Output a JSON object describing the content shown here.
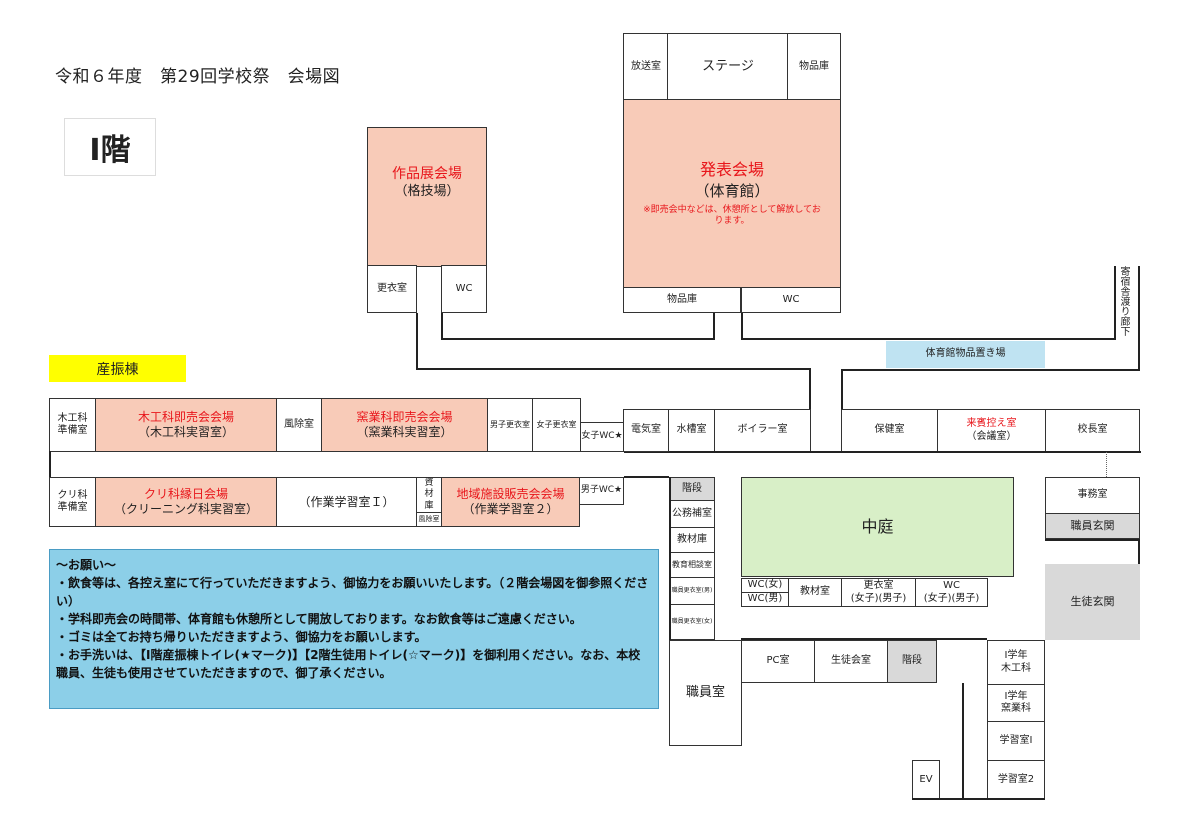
{
  "header": {
    "title": "令和６年度　第29回学校祭　会場図",
    "floor": "I階"
  },
  "gym": {
    "broadcast": "放送室",
    "stage": "ステージ",
    "storage_top": "物品庫",
    "name": "発表会場",
    "sub": "（体育館）",
    "note": "※即売会中などは、休憩所として解放してお\nります。",
    "storage_bottom": "物品庫",
    "wc": "WC"
  },
  "budo": {
    "name": "作品展会場",
    "sub": "（格技場）",
    "locker": "更衣室",
    "wc": "WC"
  },
  "corridor": {
    "vertical_label": "寄宿舎渡り廊下",
    "gym_storage_area": "体育館物品置き場"
  },
  "sanshin": {
    "label": "産振棟",
    "wood_prep": "木工科\n準備室",
    "wood_sale": "木工科即売会会場",
    "wood_sale_sub": "（木工科実習室）",
    "dust": "風除室",
    "kiln_sale": "窯業科即売会会場",
    "kiln_sale_sub": "（窯業科実習室）",
    "boys_locker": "男子更衣室",
    "girls_locker": "女子更衣室",
    "girls_wc": "女子WC★",
    "clean_prep": "クリ科\n準備室",
    "clean_sale": "クリ科縁日会場",
    "clean_sale_sub": "（クリーニング科実習室）",
    "work1": "（作業学習室Ｉ）",
    "material": "資\n材\n庫",
    "dust2": "風除室",
    "local_sale": "地域施設販売会会場",
    "local_sale_sub": "（作業学習室２）",
    "boys_wc": "男子WC★"
  },
  "main": {
    "electric": "電気室",
    "water": "水槽室",
    "boiler": "ボイラー室",
    "health": "保健室",
    "guest": "来賓控え室",
    "guest_sub": "（会議室）",
    "principal": "校長室",
    "stairs1": "階段",
    "affairs": "公務補室",
    "textbook": "教材庫",
    "counsel": "教育相談室",
    "staff_locker_m": "職員更衣室(男)",
    "staff_locker_f": "職員更衣室(女)",
    "courtyard": "中庭",
    "wc_f": "WC(女)",
    "wc_m": "WC(男)",
    "textbook2": "教材室",
    "student_locker": "更衣室",
    "student_locker_sub": "(女子)(男子)",
    "wc2": "WC",
    "wc2_sub": "(女子)(男子)",
    "office": "事務室",
    "staff_entrance": "職員玄関",
    "student_entrance": "生徒玄関",
    "pc": "PC室",
    "student_council": "生徒会室",
    "stairs2": "階段",
    "staff_room": "職員室",
    "y1_wood": "I学年\n木工科",
    "y1_kiln": "I学年\n窯業科",
    "study1": "学習室I",
    "study2": "学習室2",
    "ev": "EV"
  },
  "notice": {
    "lines": [
      "～お願い～",
      "・飲食等は、各控え室にて行っていただきますよう、御協力をお願いいたします。（２階会場図を御参照ください）",
      "・学科即売会の時間帯、体育館も休憩所として開放しております。なお飲食等はご遠慮ください。",
      "・ゴミは全てお持ち帰りいただきますよう、御協力をお願いします。",
      "・お手洗いは、【I階産振棟トイレ(★マーク)】【2階生徒用トイレ(☆マーク)】を御利用ください。なお、本校職員、生徒も使用させていただきますので、御了承ください。"
    ]
  },
  "colors": {
    "peach": "#f8cbb8",
    "green": "#d8efc7",
    "lightblue": "#bfe3f2",
    "notice_bg": "#8ccfe8",
    "yellow": "#ffff00",
    "red": "#e8161b"
  }
}
